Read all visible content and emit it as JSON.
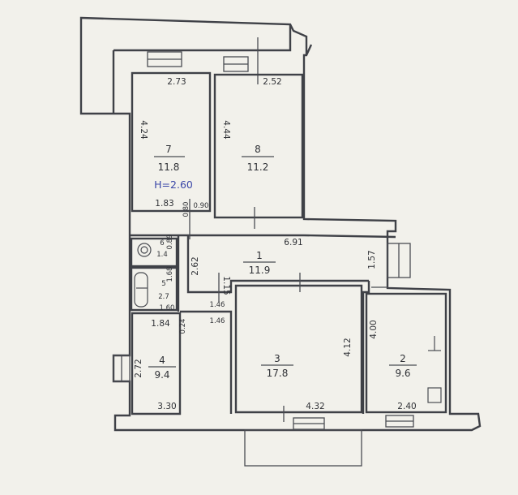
{
  "plan": {
    "ceiling_height": "H=2.60",
    "rooms": [
      {
        "id": "1",
        "number": "1",
        "area": "11.9"
      },
      {
        "id": "2",
        "number": "2",
        "area": "9.6"
      },
      {
        "id": "3",
        "number": "3",
        "area": "17.8"
      },
      {
        "id": "4",
        "number": "4",
        "area": "9.4"
      },
      {
        "id": "5",
        "number": "5",
        "area": "2.7"
      },
      {
        "id": "6",
        "number": "6",
        "area": "1.4"
      },
      {
        "id": "7",
        "number": "7",
        "area": "11.8"
      },
      {
        "id": "8",
        "number": "8",
        "area": "11.2"
      }
    ],
    "dimensions": {
      "room7_top": "2.73",
      "room8_top": "2.52",
      "room7_left": "4.24",
      "room8_left": "4.44",
      "room7_bottom": "1.83",
      "hall_small_a": "0.80",
      "hall_small_b": "0.90",
      "hall_width": "6.91",
      "hall_right": "1.57",
      "room6_side": "0.89",
      "room6_depth": "1.68",
      "hall_left": "2.62",
      "room5_width": "1.60",
      "hall_mid": "1.15",
      "hall_step_top": "1.46",
      "hall_step_bottom": "1.46",
      "room4_top": "1.84",
      "room4_gap": "0.24",
      "room4_left": "2.72",
      "room4_bottom": "3.30",
      "room3_right": "4.12",
      "room3_bottom": "4.32",
      "room2_left": "4.00",
      "room2_bottom": "2.40"
    }
  }
}
